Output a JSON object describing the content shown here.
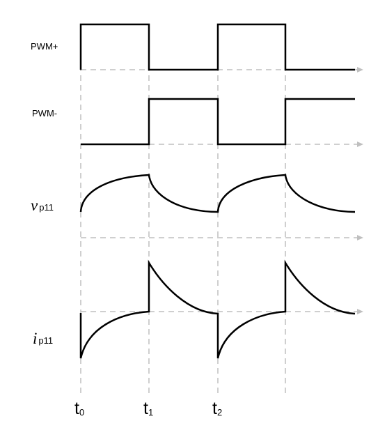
{
  "signals": {
    "pwm_plus": "PWM+",
    "pwm_minus": "PWM-",
    "v_symbol": "v",
    "v_subscript": "p11",
    "i_symbol": "i",
    "i_subscript": "p11"
  },
  "time_markers": [
    {
      "base": "t",
      "sub": "0"
    },
    {
      "base": "t",
      "sub": "1"
    },
    {
      "base": "t",
      "sub": "2"
    }
  ],
  "colors": {
    "waveform": "#000000",
    "axis": "#bfbfbf"
  }
}
